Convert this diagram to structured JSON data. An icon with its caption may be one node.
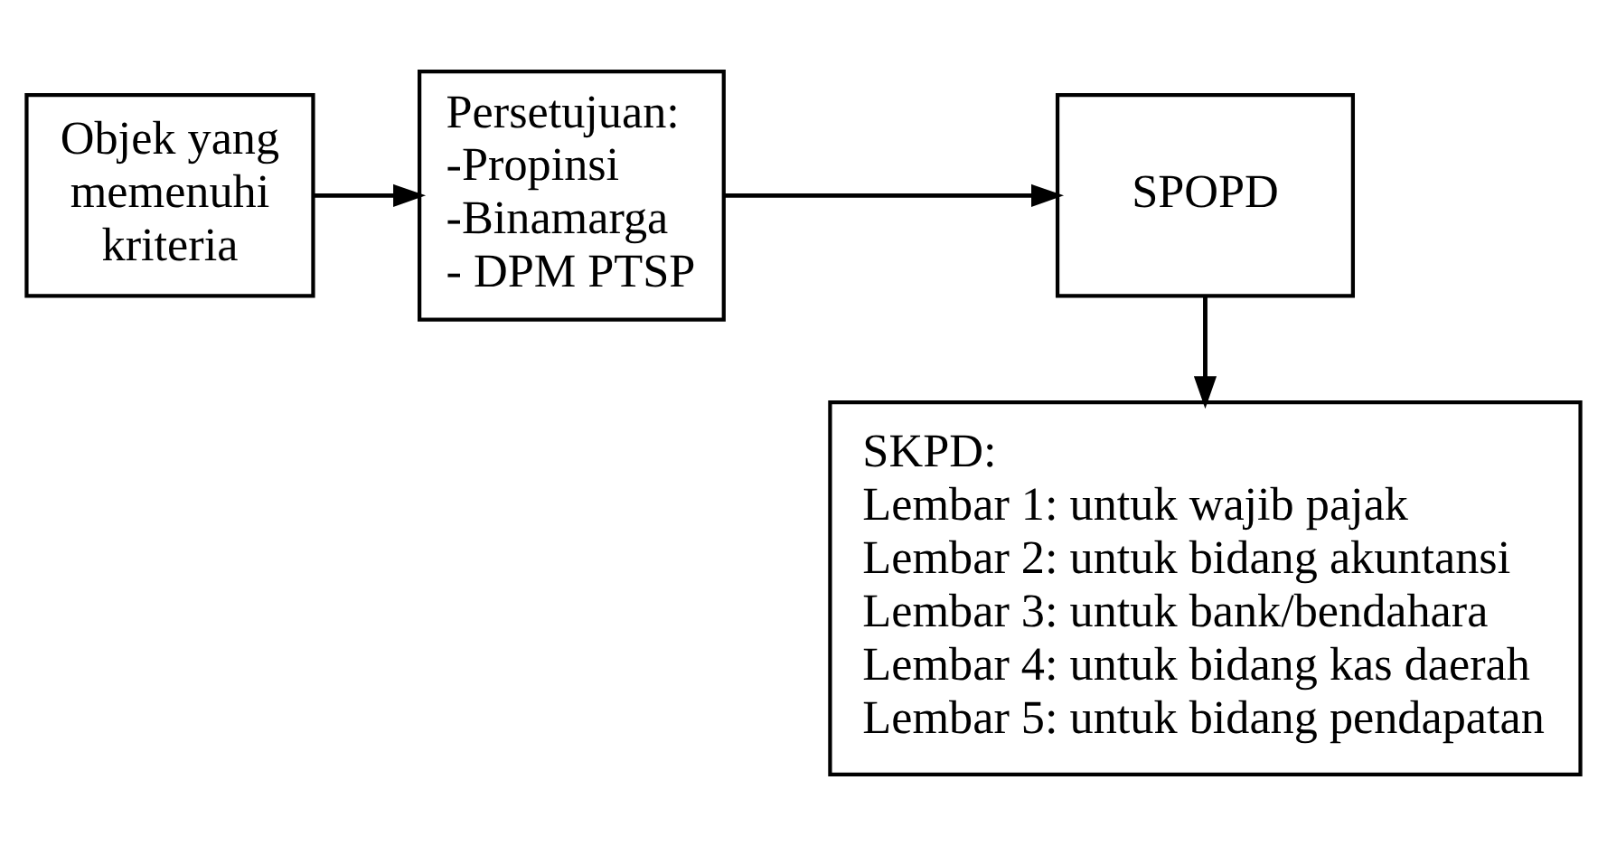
{
  "diagram": {
    "nodes": [
      {
        "text": [
          "Objek yang memenuhi kriteria"
        ]
      },
      {
        "text": [
          "Persetujuan:",
          "-Propinsi",
          "-Binamarga",
          "- DPM PTSP"
        ]
      },
      {
        "text": [
          "SPOPD"
        ]
      },
      {
        "text": [
          "SKPD:",
          "Lembar 1: untuk wajib pajak",
          "Lembar 2: untuk bidang akuntansi",
          "Lembar 3: untuk bank/bendahara",
          "Lembar 4: untuk bidang kas daerah",
          "Lembar 5: untuk bidang pendapatan"
        ]
      }
    ],
    "edges": [
      {
        "from": 0,
        "to": 1,
        "arrow": "to"
      },
      {
        "from": 1,
        "to": 2,
        "arrow": "to"
      },
      {
        "from": 2,
        "to": 3,
        "arrow": "to"
      }
    ]
  }
}
